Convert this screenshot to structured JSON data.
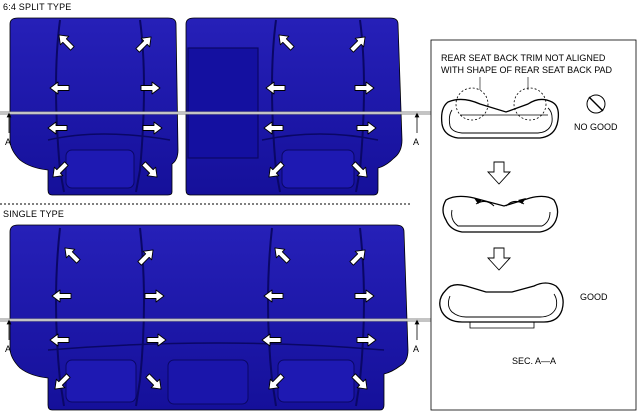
{
  "sections": {
    "split_title": "6:4 SPLIT TYPE",
    "single_title": "SINGLE TYPE"
  },
  "section_marker": "A",
  "panel": {
    "line1": "REAR SEAT BACK TRIM NOT ALIGNED",
    "line2": "WITH SHAPE OF REAR SEAT BACK PAD",
    "no_good": "NO GOOD",
    "good": "GOOD",
    "section_label": "SEC. A—A"
  },
  "colors": {
    "seat": "#1a14a8",
    "seat_dark": "#0e0a78",
    "seat_highlight": "#3a36d0",
    "outline": "#000000"
  },
  "icons": {
    "prohibition": "no-symbol-icon",
    "stretch": "stretch-arrow-icon",
    "flow": "down-arrow-icon"
  }
}
